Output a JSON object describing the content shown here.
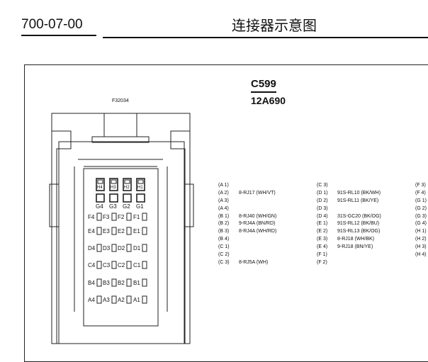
{
  "header": {
    "code": "700-07-00",
    "title": "连接器示意图"
  },
  "connector": {
    "name": "C599",
    "part": "12A690",
    "face_part": "F32034"
  },
  "pin_grid": {
    "top_labels": [
      "H4",
      "H3",
      "H2",
      "H1"
    ],
    "g_labels": [
      "G4",
      "G3",
      "G2",
      "G1"
    ],
    "rows": [
      [
        "F4",
        "F3",
        "F2",
        "F1"
      ],
      [
        "E4",
        "E3",
        "E2",
        "E1"
      ],
      [
        "D4",
        "D3",
        "D2",
        "D1"
      ],
      [
        "C4",
        "C3",
        "C2",
        "C1"
      ],
      [
        "B4",
        "B3",
        "B2",
        "B1"
      ],
      [
        "A4",
        "A3",
        "A2",
        "A1"
      ]
    ]
  },
  "pins": {
    "col1": [
      {
        "pin": "(A 1)",
        "wire": ""
      },
      {
        "pin": "(A 2)",
        "wire": "8-RJ17 (WH/VT)"
      },
      {
        "pin": "(A 3)",
        "wire": ""
      },
      {
        "pin": "(A 4)",
        "wire": ""
      },
      {
        "pin": "(B 1)",
        "wire": "8-RJ40 (WH/GN)"
      },
      {
        "pin": "(B 2)",
        "wire": "9-RJ4A (BN/RD)"
      },
      {
        "pin": "(B 3)",
        "wire": "8-RJ4A (WH/RD)"
      },
      {
        "pin": "(B 4)",
        "wire": ""
      },
      {
        "pin": "(C 1)",
        "wire": ""
      },
      {
        "pin": "(C 2)",
        "wire": ""
      },
      {
        "pin": "(C 3)",
        "wire": "8-RJ5A (WH)"
      }
    ],
    "col2": [
      {
        "pin": "(C 3)",
        "wire": ""
      },
      {
        "pin": "(D 1)",
        "wire": "91S-RL10 (BK/WH)"
      },
      {
        "pin": "(D 2)",
        "wire": "91S-RL11 (BK/YE)"
      },
      {
        "pin": "(D 3)",
        "wire": ""
      },
      {
        "pin": "(D 4)",
        "wire": "31S-GC20 (BK/OG)"
      },
      {
        "pin": "(E 1)",
        "wire": "91S-RL12 (BK/BU)"
      },
      {
        "pin": "(E 2)",
        "wire": "91S-RL13 (BK/OG)"
      },
      {
        "pin": "(E 3)",
        "wire": "8-RJ18 (WH/BK)"
      },
      {
        "pin": "(E 4)",
        "wire": "9-RJ18 (BN/YE)"
      },
      {
        "pin": "(F 1)",
        "wire": ""
      },
      {
        "pin": "(F 2)",
        "wire": ""
      }
    ],
    "col3": [
      {
        "pin": "(F 3)",
        "wire": ""
      },
      {
        "pin": "(F 4)",
        "wire": ""
      },
      {
        "pin": "(G 1)",
        "wire": ""
      },
      {
        "pin": "(G 2)",
        "wire": ""
      },
      {
        "pin": "(G 3)",
        "wire": ""
      },
      {
        "pin": "(G 4)",
        "wire": ""
      },
      {
        "pin": "(H 1)",
        "wire": ""
      },
      {
        "pin": "(H 2)",
        "wire": ""
      },
      {
        "pin": "(H 3)",
        "wire": ""
      },
      {
        "pin": "(H 4)",
        "wire": ""
      }
    ]
  }
}
